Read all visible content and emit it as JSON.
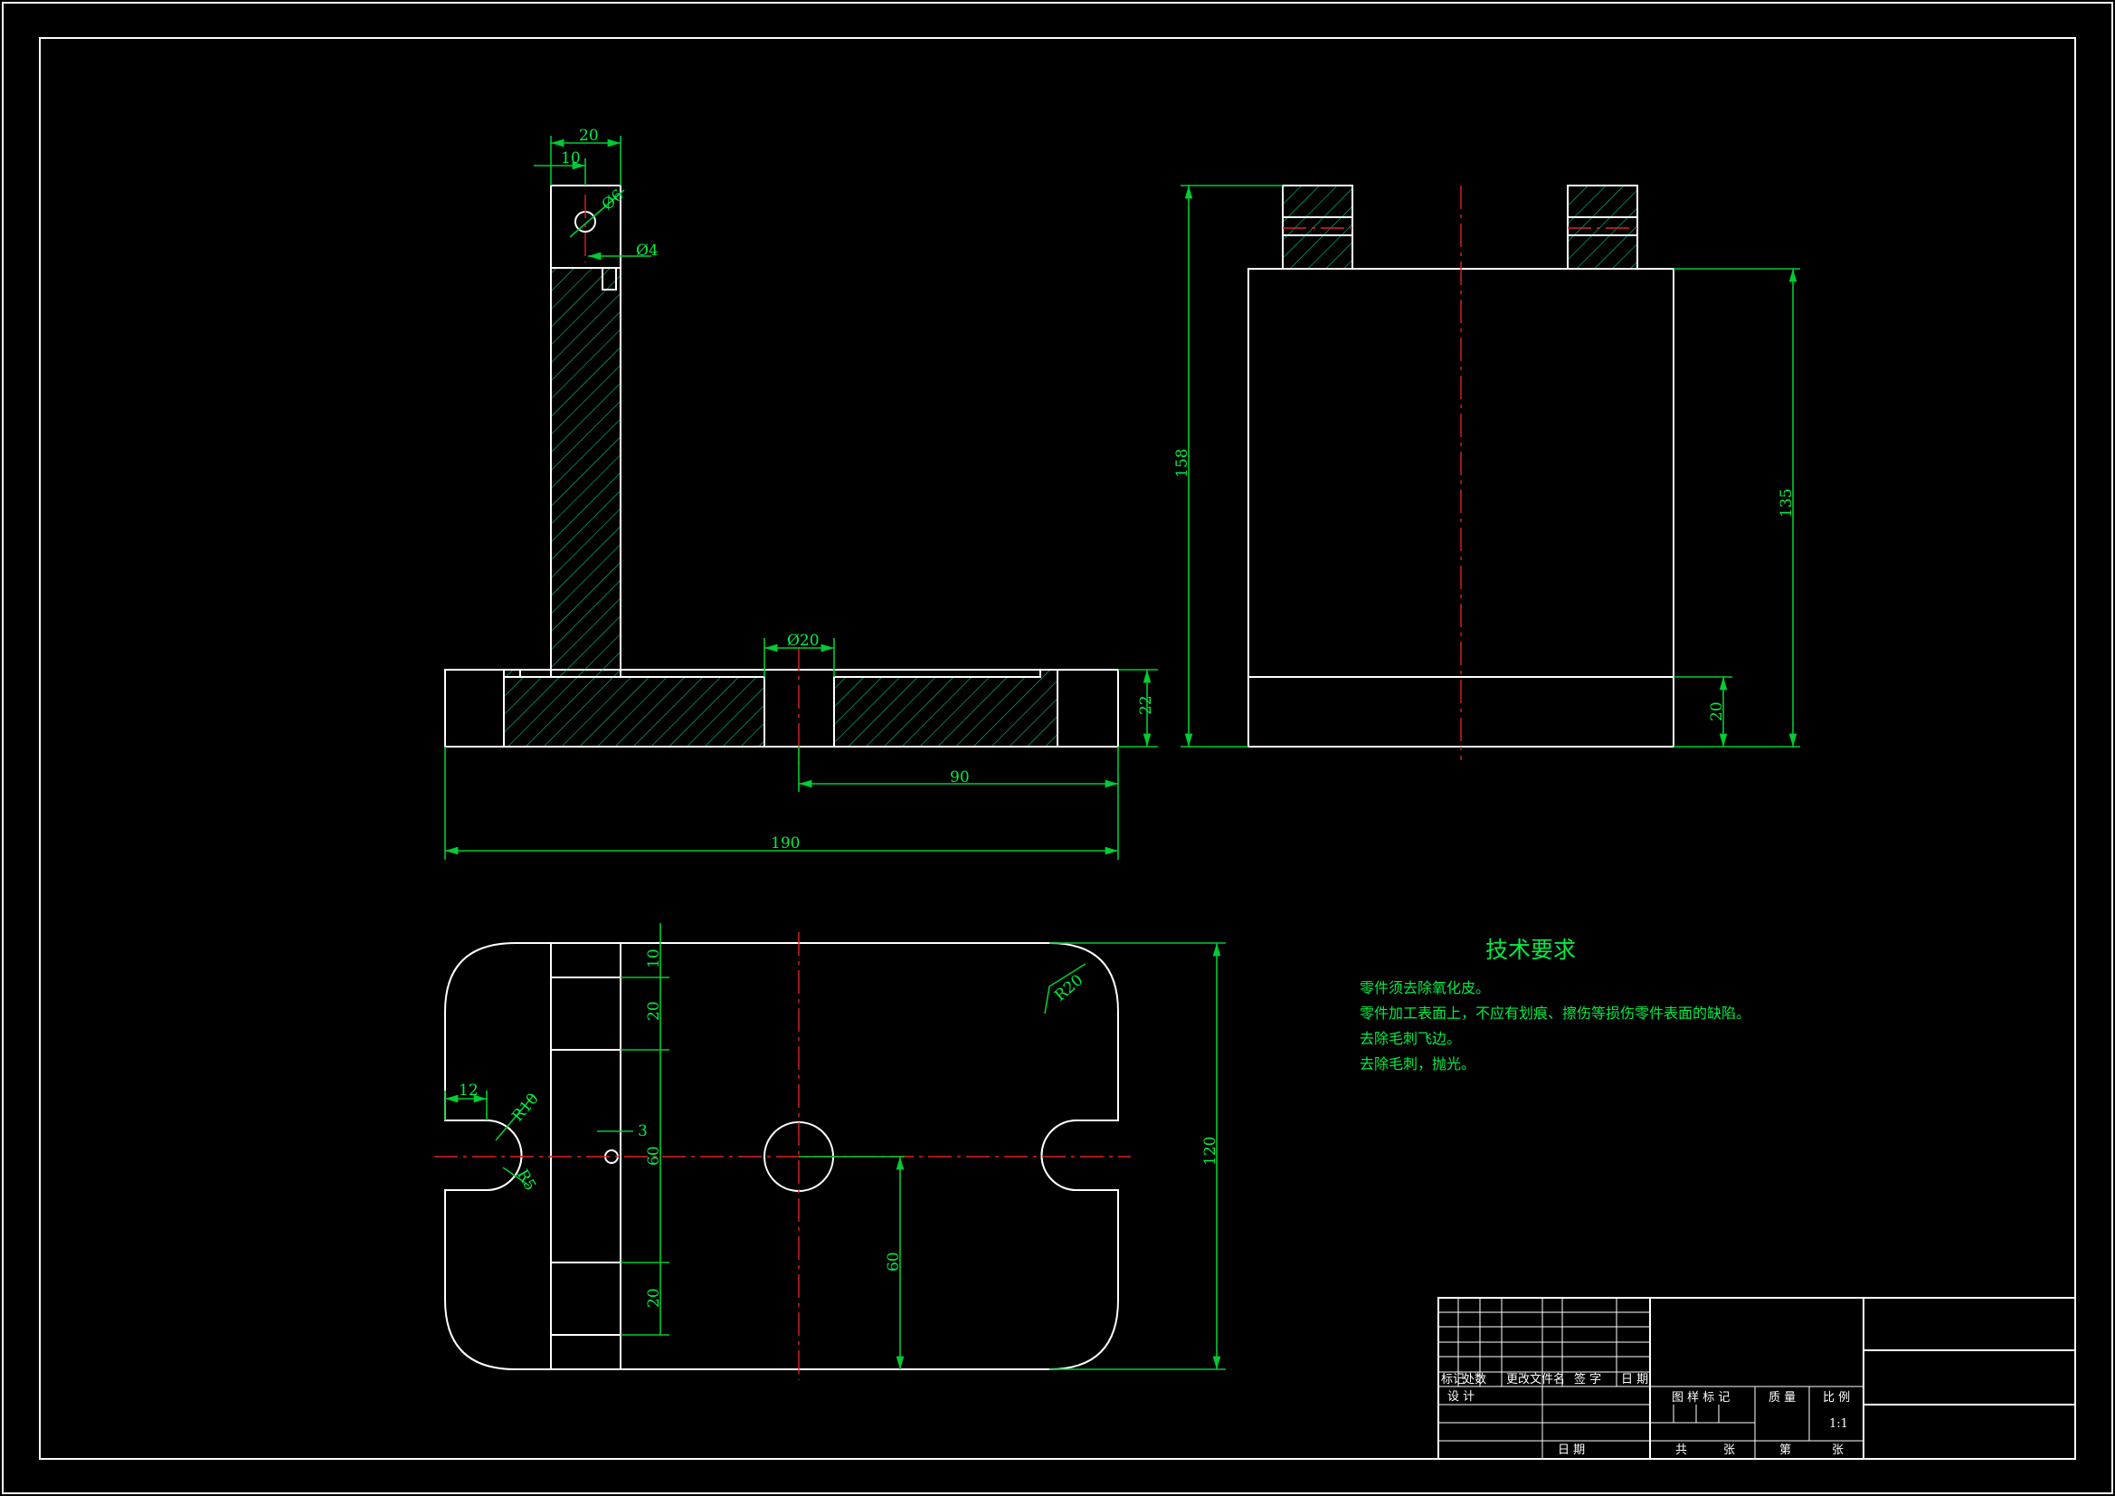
{
  "dimensions": {
    "side_top_width": "20",
    "side_top_half": "10",
    "side_hole_dia": "Ø6",
    "side_pin_dia": "Ø4",
    "side_bore_dia": "Ø20",
    "side_base_height": "22",
    "side_half_length": "90",
    "side_total_length": "190",
    "front_total_height": "158",
    "front_body_height": "135",
    "front_base_height": "20",
    "plan_corner_radius": "R20",
    "plan_dim_10": "10",
    "plan_dim_20_top": "20",
    "plan_dim_60_mid": "60",
    "plan_dim_20_bottom": "20",
    "plan_slot_width": "12",
    "plan_slot_radius": "R10",
    "plan_slot_radius_small": "R5",
    "plan_pin_offset": "3",
    "plan_half_width": "60",
    "plan_total_width": "120"
  },
  "technical_requirements": {
    "title": "技术要求",
    "items": [
      "零件须去除氧化皮。",
      "零件加工表面上，不应有划痕、擦伤等损伤零件表面的缺陷。",
      "去除毛刺飞边。",
      "去除毛刺，抛光。"
    ]
  },
  "title_block": {
    "mark": "标记",
    "count": "处数",
    "change_doc": "更改文件名",
    "signature": "签 字",
    "date": "日 期",
    "design": "设 计",
    "date2": "日 期",
    "stage_mark": "图 样 标 记",
    "weight": "质 量",
    "scale_label": "比 例",
    "scale_value": "1:1",
    "total": "共",
    "sheets": "张",
    "page_no": "第",
    "sheet": "张"
  }
}
